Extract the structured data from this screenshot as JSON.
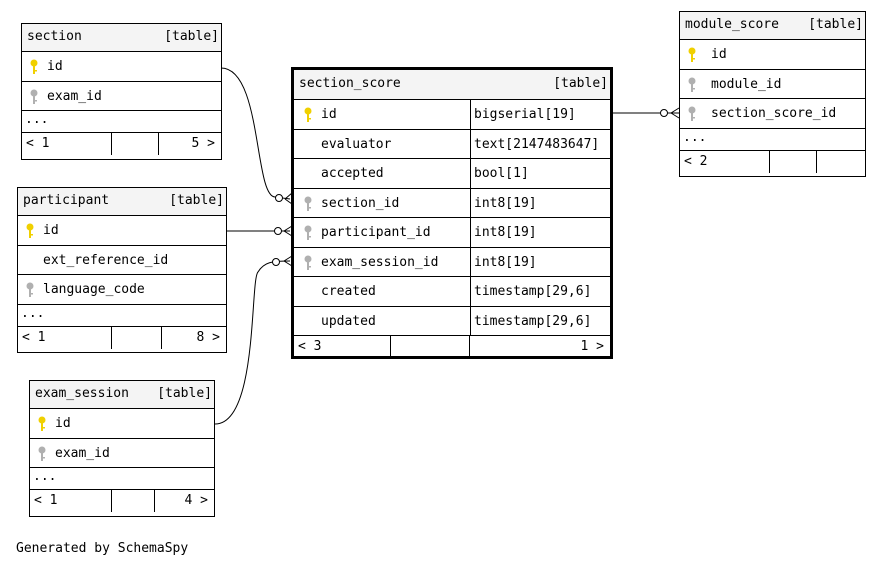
{
  "section": {
    "name": "section",
    "kind": "[table]",
    "columns": [
      {
        "name": "id"
      },
      {
        "name": "exam_id"
      }
    ],
    "more": "...",
    "footer": {
      "left": "< 1",
      "right": "5 >"
    }
  },
  "participant": {
    "name": "participant",
    "kind": "[table]",
    "columns": [
      {
        "name": "id"
      },
      {
        "name": "ext_reference_id"
      },
      {
        "name": "language_code"
      }
    ],
    "more": "...",
    "footer": {
      "left": "< 1",
      "right": "8 >"
    }
  },
  "exam_session": {
    "name": "exam_session",
    "kind": "[table]",
    "columns": [
      {
        "name": "id"
      },
      {
        "name": "exam_id"
      }
    ],
    "more": "...",
    "footer": {
      "left": "< 1",
      "right": "4 >"
    }
  },
  "section_score": {
    "name": "section_score",
    "kind": "[table]",
    "columns": [
      {
        "name": "id",
        "type": "bigserial[19]"
      },
      {
        "name": "evaluator",
        "type": "text[2147483647]"
      },
      {
        "name": "accepted",
        "type": "bool[1]"
      },
      {
        "name": "section_id",
        "type": "int8[19]"
      },
      {
        "name": "participant_id",
        "type": "int8[19]"
      },
      {
        "name": "exam_session_id",
        "type": "int8[19]"
      },
      {
        "name": "created",
        "type": "timestamp[29,6]"
      },
      {
        "name": "updated",
        "type": "timestamp[29,6]"
      }
    ],
    "footer": {
      "left": "< 3",
      "right": "1 >"
    }
  },
  "module_score": {
    "name": "module_score",
    "kind": "[table]",
    "columns": [
      {
        "name": "id"
      },
      {
        "name": "module_id"
      },
      {
        "name": "section_score_id"
      }
    ],
    "more": "...",
    "footer": {
      "left": "< 2",
      "right": ""
    }
  },
  "credit": "Generated by SchemaSpy",
  "colors": {
    "primary_key": "#f0d000",
    "foreign_key": "#b0b0b0",
    "header": "#f4f4f4"
  }
}
